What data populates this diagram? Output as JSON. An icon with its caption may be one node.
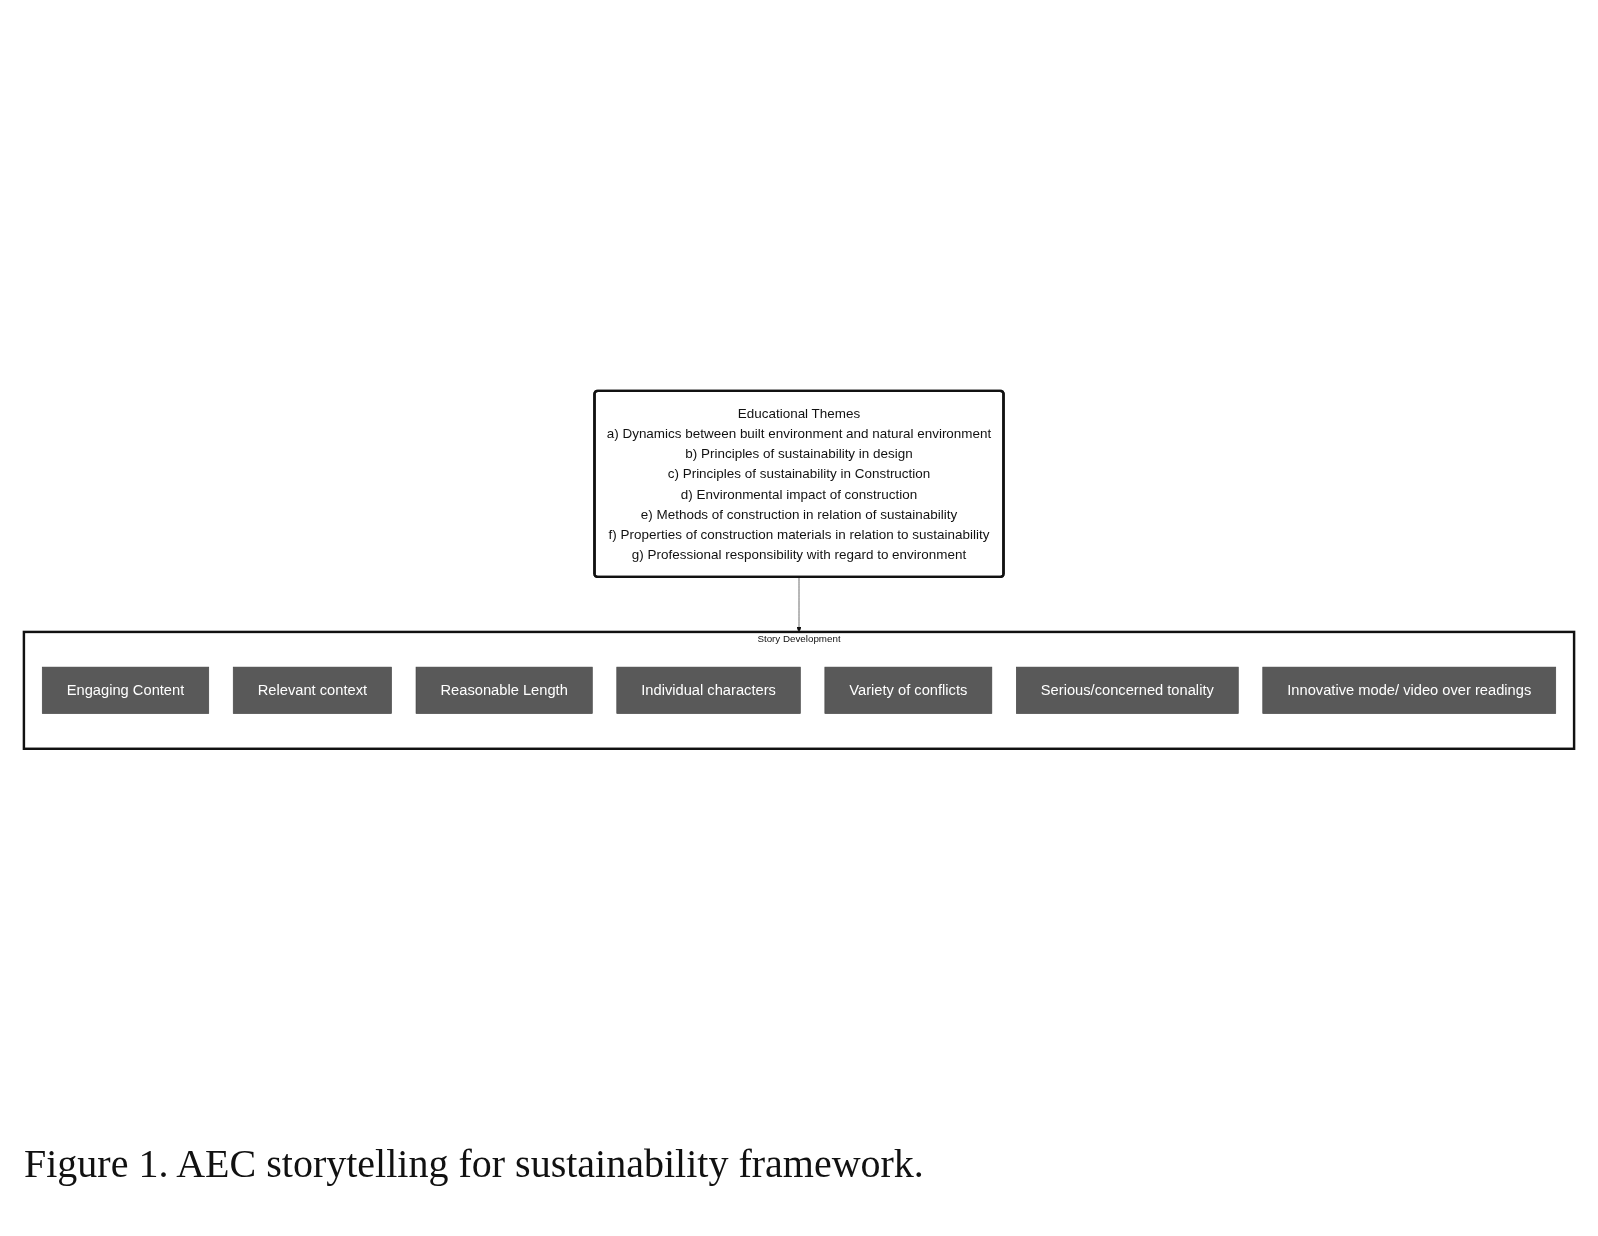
{
  "diagram": {
    "caption": "Figure 1. AEC storytelling for sustainability framework.",
    "nodes": [
      {
        "text": [
          "Educational Themes",
          "a) Dynamics between built environment and natural environment",
          "b) Principles of sustainability in design",
          "c) Principles of sustainability in Construction",
          "d) Environmental impact of construction",
          "e) Methods of construction in relation of sustainability",
          "f) Properties of construction materials in relation to sustainability",
          "g) Professional responsibility with regard to environment"
        ]
      },
      {
        "text": [
          "Story Development"
        ]
      },
      {
        "text": [
          "Engaging Content"
        ],
        "in": 1
      },
      {
        "text": [
          "Relevant context"
        ],
        "in": 1
      },
      {
        "text": [
          "Reasonable Length"
        ],
        "in": 1
      },
      {
        "text": [
          "Individual characters"
        ],
        "in": 1
      },
      {
        "text": [
          "Variety of conflicts"
        ],
        "in": 1
      },
      {
        "text": [
          "Serious/concerned tonality"
        ],
        "in": 1
      },
      {
        "text": [
          "Innovative mode/ video over readings"
        ],
        "in": 1
      }
    ],
    "edges": [
      {
        "from": 0,
        "to": 1,
        "arrow": "to"
      }
    ]
  }
}
